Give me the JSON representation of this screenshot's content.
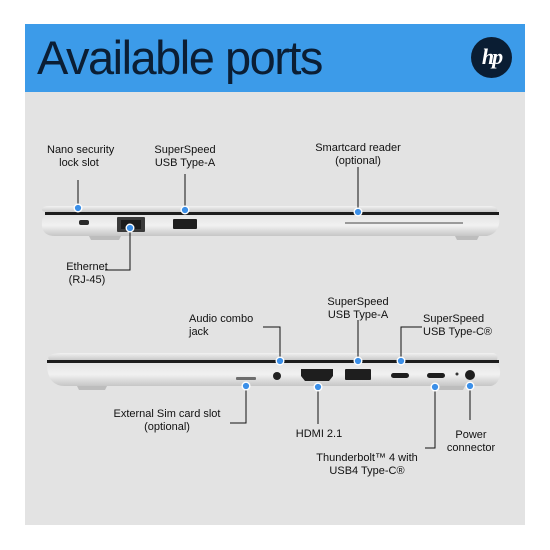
{
  "title": "Available ports",
  "logo": "hp",
  "colors": {
    "banner": "#3c9be9",
    "title": "#0b1e34",
    "accent": "#3b8fe8",
    "chassis": "#d8d8d8"
  },
  "callouts": {
    "nano_lock": {
      "line1": "Nano security",
      "line2": "lock slot"
    },
    "usb_a_left": {
      "line1": "SuperSpeed",
      "line2": "USB Type-A"
    },
    "smartcard": {
      "line1": "Smartcard reader",
      "line2": "(optional)"
    },
    "ethernet": {
      "line1": "Ethernet",
      "line2": "(RJ-45)"
    },
    "audio": {
      "line1": "Audio combo",
      "line2": "jack"
    },
    "usb_a_right": {
      "line1": "SuperSpeed",
      "line2": "USB Type-A"
    },
    "usb_c": {
      "line1": "SuperSpeed",
      "line2": "USB Type-C®"
    },
    "sim": {
      "line1": "External Sim card slot",
      "line2": "(optional)"
    },
    "hdmi": {
      "line1": "HDMI 2.1"
    },
    "thunderbolt": {
      "line1": "Thunderbolt™ 4 with",
      "line2": "USB4 Type-C®"
    },
    "power": {
      "line1": "Power",
      "line2": "connector"
    }
  }
}
